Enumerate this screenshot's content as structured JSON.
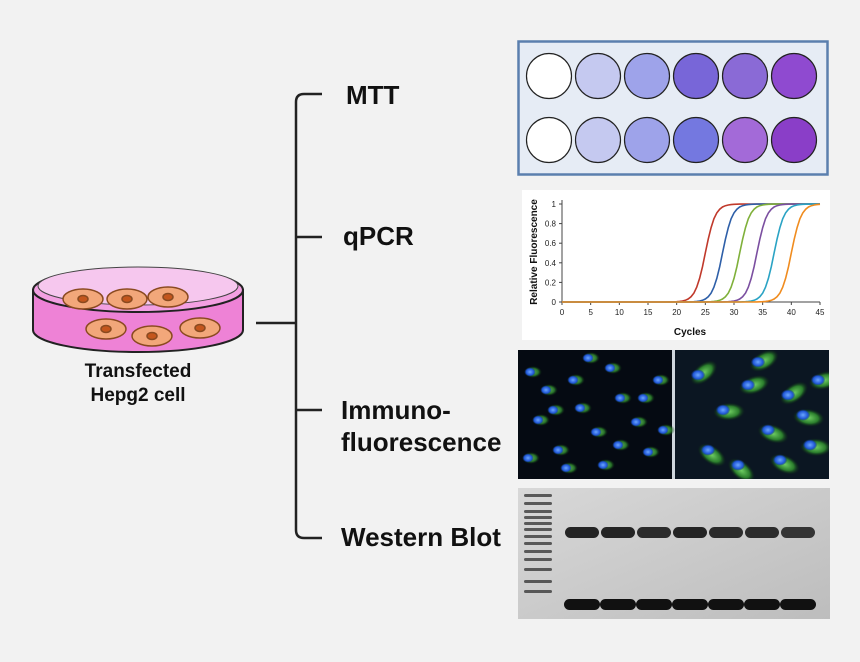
{
  "source": {
    "label_line1": "Transfected",
    "label_line2": "Hepg2 cell",
    "dish_color": "#ee82d6",
    "cell_color": "#f2a77a",
    "nucleus_color": "#c4561c"
  },
  "assays": [
    {
      "label": "MTT"
    },
    {
      "label": "qPCR"
    },
    {
      "label_line1": "Immuno-",
      "label_line2": "fluorescence"
    },
    {
      "label": "Western Blot"
    }
  ],
  "mtt_plate": {
    "rows": [
      [
        "#ffffff",
        "#c5c9f0",
        "#9ea3ea",
        "#7866d8",
        "#8a6ad6",
        "#8f4ad0"
      ],
      [
        "#ffffff",
        "#c5c9f0",
        "#9ea3ea",
        "#7478e0",
        "#a36ad8",
        "#8a3ec8"
      ]
    ],
    "border_color": "#5b7fae"
  },
  "chart_data": {
    "type": "line",
    "ylabel": "Relative Fluorescence",
    "xlabel": "Cycles",
    "xlim": [
      0,
      45
    ],
    "ylim": [
      0,
      1
    ],
    "x_ticks": [
      "0",
      "5",
      "10",
      "15",
      "20",
      "25",
      "30",
      "35",
      "40",
      "45"
    ],
    "y_ticks": [
      "0",
      "0.2",
      "0.4",
      "0.6",
      "0.8",
      "1"
    ],
    "series": [
      {
        "color": "#c0392b",
        "midpoint": 25,
        "values": [
          [
            0,
            0
          ],
          [
            20,
            0.02
          ],
          [
            22,
            0.08
          ],
          [
            24,
            0.3
          ],
          [
            25,
            0.5
          ],
          [
            26,
            0.72
          ],
          [
            28,
            0.93
          ],
          [
            30,
            0.99
          ],
          [
            45,
            1
          ]
        ]
      },
      {
        "color": "#2e5fa8",
        "midpoint": 28,
        "values": [
          [
            0,
            0
          ],
          [
            23,
            0.02
          ],
          [
            25,
            0.08
          ],
          [
            27,
            0.3
          ],
          [
            28,
            0.5
          ],
          [
            29,
            0.72
          ],
          [
            31,
            0.93
          ],
          [
            33,
            0.99
          ],
          [
            45,
            1
          ]
        ]
      },
      {
        "color": "#7fb03a",
        "midpoint": 31,
        "values": [
          [
            0,
            0
          ],
          [
            26,
            0.02
          ],
          [
            28,
            0.08
          ],
          [
            30,
            0.3
          ],
          [
            31,
            0.5
          ],
          [
            32,
            0.72
          ],
          [
            34,
            0.93
          ],
          [
            36,
            0.99
          ],
          [
            45,
            1
          ]
        ]
      },
      {
        "color": "#7b4fa0",
        "midpoint": 34,
        "values": [
          [
            0,
            0
          ],
          [
            29,
            0.02
          ],
          [
            31,
            0.08
          ],
          [
            33,
            0.3
          ],
          [
            34,
            0.5
          ],
          [
            35,
            0.72
          ],
          [
            37,
            0.93
          ],
          [
            39,
            0.99
          ],
          [
            45,
            1
          ]
        ]
      },
      {
        "color": "#2aa3c4",
        "midpoint": 37,
        "values": [
          [
            0,
            0
          ],
          [
            32,
            0.02
          ],
          [
            34,
            0.08
          ],
          [
            36,
            0.3
          ],
          [
            37,
            0.5
          ],
          [
            38,
            0.72
          ],
          [
            40,
            0.93
          ],
          [
            42,
            0.99
          ],
          [
            45,
            1
          ]
        ]
      },
      {
        "color": "#f08c1f",
        "midpoint": 40,
        "values": [
          [
            0,
            0
          ],
          [
            35,
            0.02
          ],
          [
            37,
            0.08
          ],
          [
            39,
            0.3
          ],
          [
            40,
            0.5
          ],
          [
            41,
            0.72
          ],
          [
            43,
            0.9
          ],
          [
            45,
            0.97
          ]
        ]
      }
    ]
  },
  "western_blot": {
    "lanes": 7,
    "upper_band_intensity": [
      0.95,
      0.95,
      0.9,
      0.95,
      0.9,
      0.9,
      0.85
    ],
    "lower_band_intensity": [
      1,
      1,
      1,
      1,
      1,
      1,
      1
    ]
  }
}
